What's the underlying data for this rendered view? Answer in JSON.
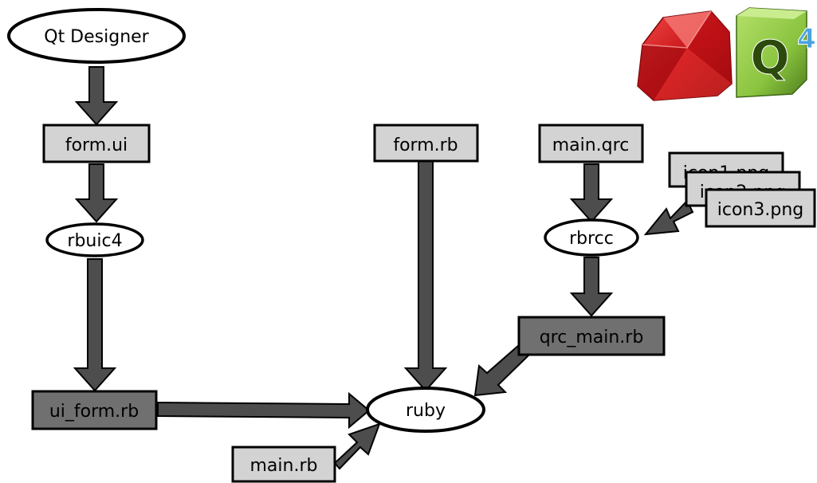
{
  "colors": {
    "arrow": "#4d4d4d",
    "file_box": "#d3d3d3",
    "generated_box": "#707070",
    "tool_ellipse": "#ffffff",
    "ruby_red": "#c8141a",
    "qt_green": "#8ac43f"
  },
  "nodes": {
    "qt_designer": "Qt Designer",
    "form_ui": "form.ui",
    "rbuic4": "rbuic4",
    "ui_form_rb": "ui_form.rb",
    "form_rb": "form.rb",
    "ruby": "ruby",
    "main_rb": "main.rb",
    "main_qrc": "main.qrc",
    "rbrcc": "rbrcc",
    "qrc_main_rb": "qrc_main.rb",
    "icon1": "icon1.png",
    "icon2": "icon2.png",
    "icon3": "icon3.png"
  },
  "logos": {
    "ruby": "ruby-logo-icon",
    "qt": "qt4-logo-icon",
    "qt_letter": "Q",
    "qt_version": "4"
  }
}
